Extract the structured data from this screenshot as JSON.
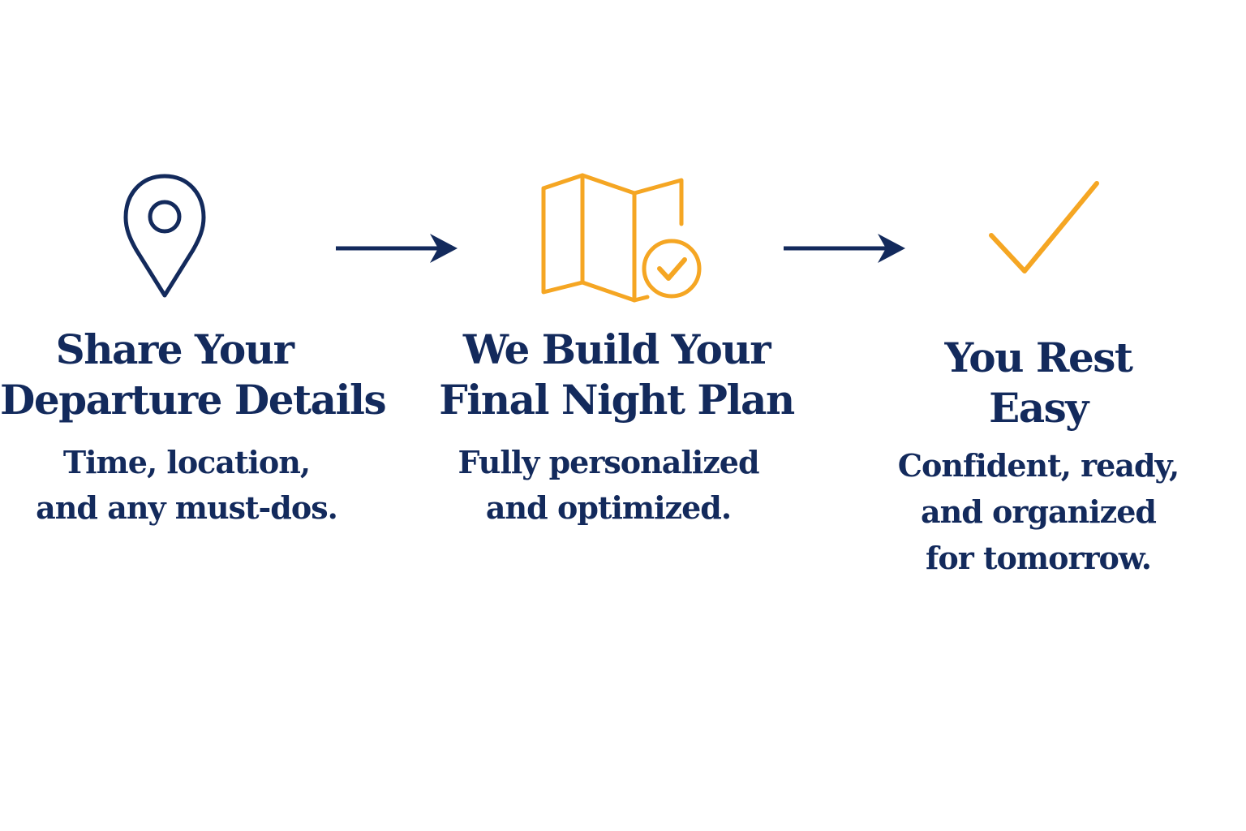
{
  "colors": {
    "navy": "#132a5c",
    "orange": "#f5a623",
    "background": "#ffffff"
  },
  "steps": [
    {
      "icon": "location-pin-icon",
      "title_lines": [
        "Share Your",
        "Departure Details"
      ],
      "desc_lines": [
        "Time, location,",
        "and any must-dos."
      ]
    },
    {
      "icon": "map-check-icon",
      "title_lines": [
        "We Build Your",
        "Final Night Plan"
      ],
      "desc_lines": [
        "Fully personalized",
        "and optimized."
      ]
    },
    {
      "icon": "checkmark-icon",
      "title_lines": [
        "You Rest",
        "Easy"
      ],
      "desc_lines": [
        "Confident, ready,",
        "and organized",
        "for tomorrow."
      ]
    }
  ],
  "connectors": [
    "arrow-right-icon",
    "arrow-right-icon"
  ]
}
